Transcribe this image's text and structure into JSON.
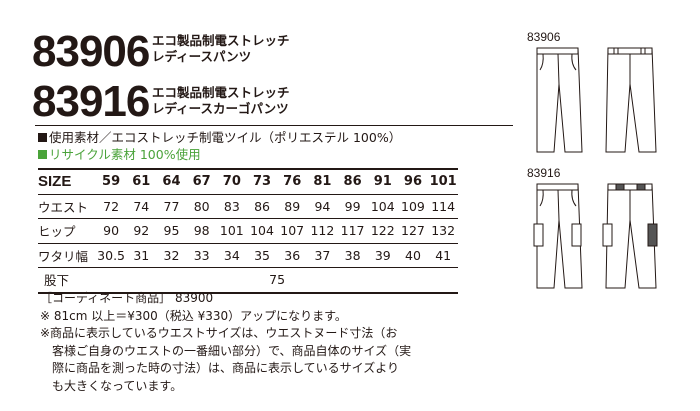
{
  "products": [
    {
      "code": "83906",
      "name_line1": "エコ製品制電ストレッチ",
      "name_line2": "レディースパンツ"
    },
    {
      "code": "83916",
      "name_line1": "エコ製品制電ストレッチ",
      "name_line2": "レディースカーゴパンツ"
    }
  ],
  "material": "使用素材／エコストレッチ制電ツイル（ポリエステル 100%）",
  "recycle": "リサイクル素材 100%使用",
  "colors": {
    "text": "#231815",
    "recycle_green": "#4aa33a",
    "pants_fill": "#ffffff",
    "pants_pocket": "#555555"
  },
  "size_table": {
    "header_label": "SIZE",
    "sizes": [
      "59",
      "61",
      "64",
      "67",
      "70",
      "73",
      "76",
      "81",
      "86",
      "91",
      "96",
      "101"
    ],
    "rows": [
      {
        "label": "ウエスト",
        "values": [
          "72",
          "74",
          "77",
          "80",
          "83",
          "86",
          "89",
          "94",
          "99",
          "104",
          "109",
          "114"
        ]
      },
      {
        "label": "ヒップ",
        "values": [
          "90",
          "92",
          "95",
          "98",
          "101",
          "104",
          "107",
          "112",
          "117",
          "122",
          "127",
          "132"
        ]
      },
      {
        "label": "ワタリ幅",
        "values": [
          "30.5",
          "31",
          "32",
          "33",
          "34",
          "35",
          "36",
          "37",
          "38",
          "39",
          "40",
          "41"
        ]
      }
    ],
    "inseam_label": "股下",
    "inseam_value": "75"
  },
  "notes": [
    "［コーディネート商品］ 83900",
    "※ 81cm 以上＝¥300（税込 ¥330）アップになります。",
    "※商品に表示しているウエストサイズは、ウエストヌード寸法（お",
    "　客様ご自身のウエストの一番細い部分）で、商品自体のサイズ（実",
    "　際に商品を測った時の寸法）は、商品に表示しているサイズより",
    "　も大きくなっています。"
  ],
  "illustrations": [
    {
      "label": "83906",
      "icon": "straight-pants-icon"
    },
    {
      "label": "83916",
      "icon": "cargo-pants-icon"
    }
  ]
}
